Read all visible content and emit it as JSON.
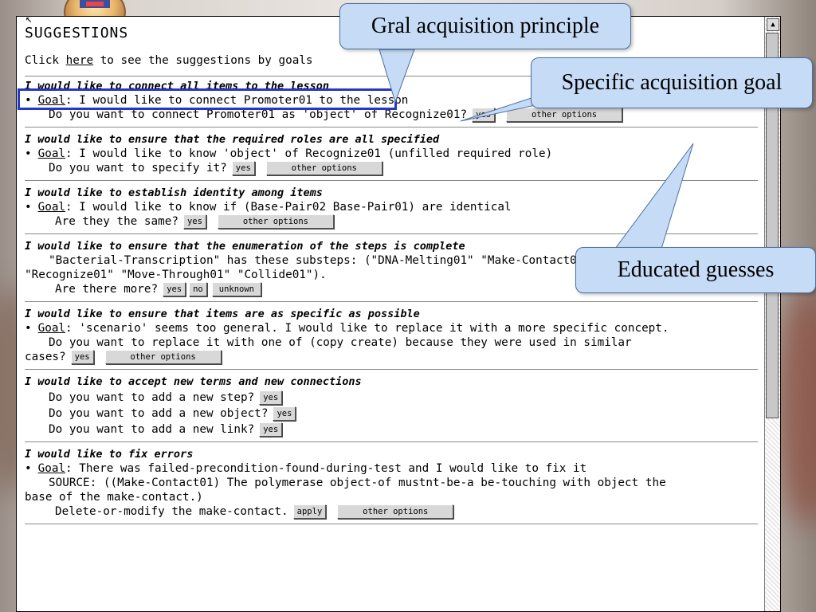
{
  "window": {
    "title": "SUGGESTIONS",
    "click_prefix": "Click ",
    "click_link": "here",
    "click_suffix": " to see the suggestions by goals"
  },
  "sections": {
    "s1": {
      "heading": "I would like to connect all items to the lesson",
      "goal_label": "Goal",
      "goal_text": ": I would like to connect Promoter01 to the lesson",
      "question": "Do you want to connect Promoter01 as 'object' of Recognize01?",
      "yes": "yes",
      "other": "other options"
    },
    "s2": {
      "heading": "I would like to ensure that the required roles are all specified",
      "goal_label": "Goal",
      "goal_text": ": I would like to know 'object' of Recognize01 (unfilled required role)",
      "question": "Do you want to specify it?",
      "yes": "yes",
      "other": "other options"
    },
    "s3": {
      "heading": "I would like to establish identity among items",
      "goal_label": "Goal",
      "goal_text": ": I would like to know if (Base-Pair02 Base-Pair01) are identical",
      "question": "Are they the same?",
      "yes": "yes",
      "other": "other options"
    },
    "s4": {
      "heading": "I would like to ensure that the enumeration of the steps is complete",
      "line1": "\"Bacterial-Transcription\" has these substeps: (\"DNA-Melting01\" \"Make-Contact01\"",
      "line2": "\"Recognize01\" \"Move-Through01\" \"Collide01\").",
      "question": "Are there more?",
      "yes": "yes",
      "no": "no",
      "unknown": "unknown"
    },
    "s5": {
      "heading": "I would like to ensure that items are as specific as possible",
      "goal_label": "Goal",
      "goal_text": ": 'scenario' seems too general. I would like to replace it with a more specific concept.",
      "question1": "Do you want to replace it with one of (copy create) because they were used in similar",
      "question2": "cases?",
      "yes": "yes",
      "other": "other options"
    },
    "s6": {
      "heading": "I would like to accept new terms and new connections",
      "q_step": "Do you want to add a new step?",
      "q_object": "Do you want to add a new object?",
      "q_link": "Do you want to add a new link?",
      "yes": "yes"
    },
    "s7": {
      "heading": "I would like to fix errors",
      "goal_label": "Goal",
      "goal_text": ": There was failed-precondition-found-during-test and I would like to fix it",
      "source1": "SOURCE: ((Make-Contact01) The polymerase object-of mustnt-be-a be-touching with object the",
      "source2": "base of the make-contact.)",
      "action": "Delete-or-modify the make-contact.",
      "apply": "apply",
      "other": "other options"
    }
  },
  "callouts": {
    "gral": "Gral acquisition principle",
    "specific": "Specific acquisition goal",
    "educated": "Educated guesses"
  },
  "colors": {
    "callout_fill": "#c6dcf6",
    "highlight": "#2438c8"
  }
}
